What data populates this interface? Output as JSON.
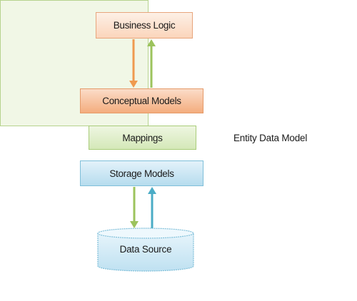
{
  "diagram": {
    "nodes": {
      "business_logic": "Business Logic",
      "conceptual_models": "Conceptual Models",
      "mappings": "Mappings",
      "storage_models": "Storage Models",
      "data_source": "Data Source"
    },
    "group_label": "Entity Data Model",
    "colors": {
      "orange_arrow": "#ef9a4f",
      "green_arrow": "#9cc35d",
      "blue_arrow": "#4bacc6"
    }
  }
}
